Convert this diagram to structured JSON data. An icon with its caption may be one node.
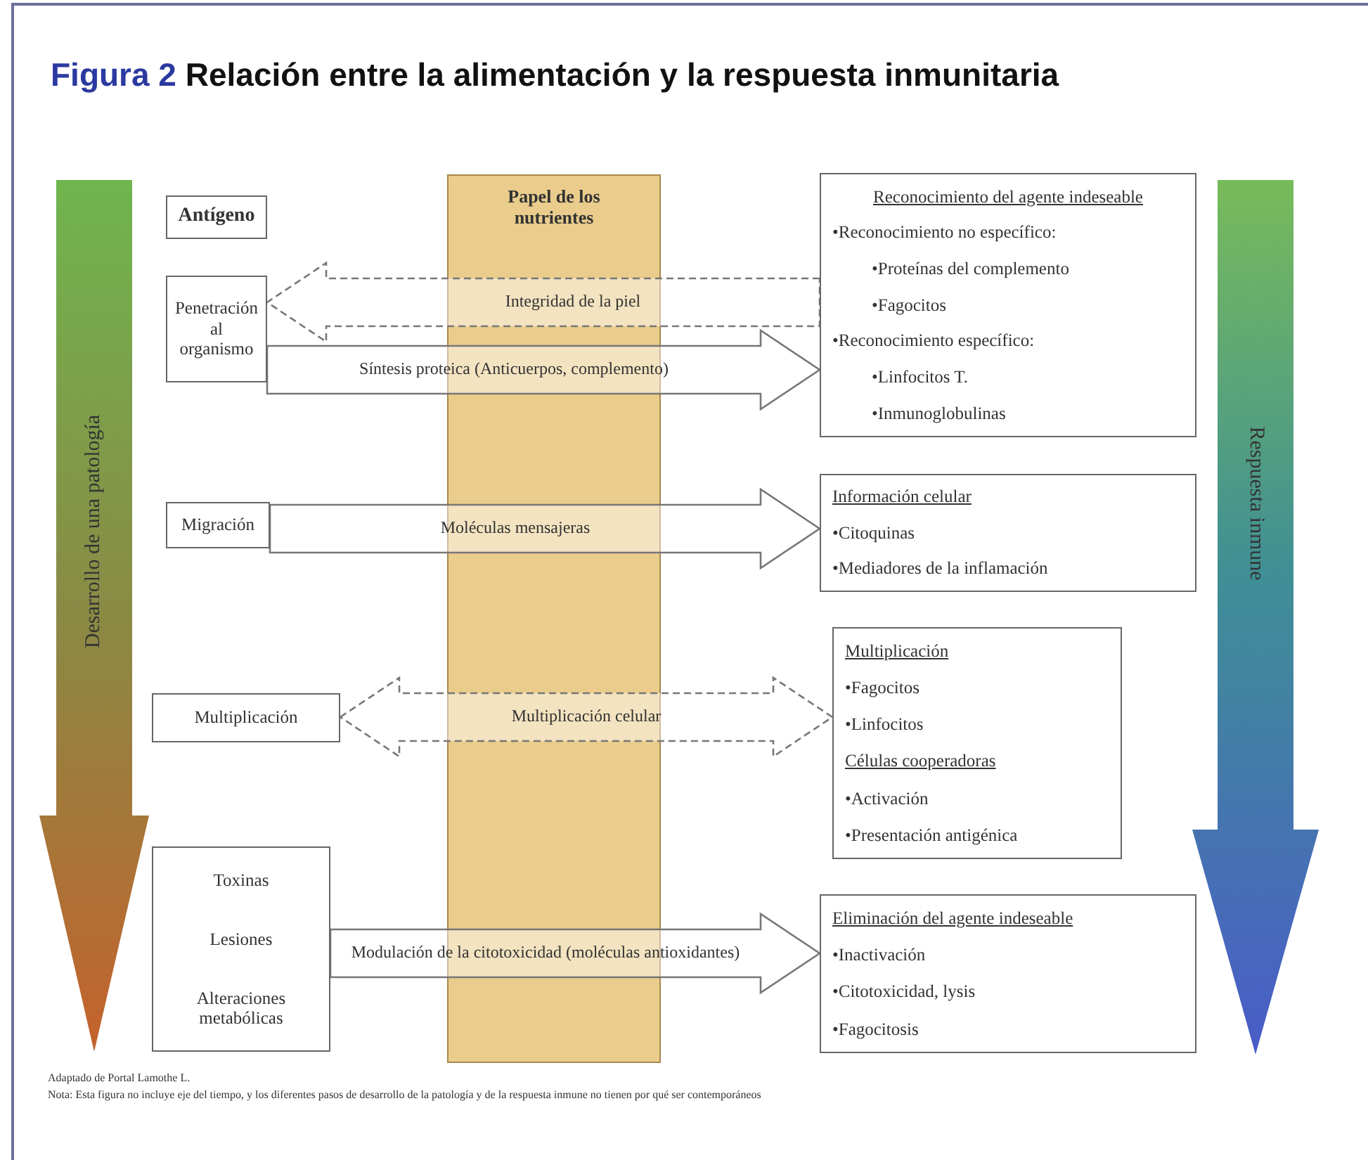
{
  "diagram": {
    "title": "Figura 2 Relación entre la alimentación y la respuesta inmunitaria",
    "nodes": [
      {
        "text": [
          "Desarrollo de una patología"
        ]
      },
      {
        "text": [
          "Antígeno"
        ]
      },
      {
        "text": [
          "Penetración al organismo"
        ]
      },
      {
        "text": [
          "Migración"
        ]
      },
      {
        "text": [
          "Multiplicación"
        ]
      },
      {
        "text": [
          "Toxinas",
          "Lesiones",
          "Alteraciones metabólicas"
        ]
      },
      {
        "text": [
          "Papel de los nutrientes"
        ]
      },
      {
        "text": [
          "Reconocimiento del agente indeseable",
          "•Reconocimiento no específico:",
          "•Proteínas del complemento",
          "•Fagocitos",
          "•Reconocimiento específico:",
          "•Linfocitos T.",
          "•Inmunoglobulinas"
        ]
      },
      {
        "text": [
          "Información celular",
          "•Citoquinas",
          "•Mediadores de la inflamación"
        ]
      },
      {
        "text": [
          "Multiplicación",
          "•Fagocitos",
          "•Linfocitos",
          "Células cooperadoras",
          "•Activación",
          "•Presentación antigénica"
        ]
      },
      {
        "text": [
          "Eliminación del agente indeseable",
          "•Inactivación",
          "•Citotoxicidad, lysis",
          "•Fagocitosis"
        ]
      },
      {
        "text": [
          "Respuesta inmune"
        ]
      }
    ],
    "edges": [
      {
        "from": 7,
        "to": 2,
        "arrow": "to",
        "label": "Integridad de la piel",
        "style": "dashed"
      },
      {
        "from": 2,
        "to": 7,
        "arrow": "to",
        "label": "Síntesis proteica (Anticuerpos, complemento)"
      },
      {
        "from": 3,
        "to": 8,
        "arrow": "to",
        "label": "Moléculas mensajeras"
      },
      {
        "from": 4,
        "to": 9,
        "arrow": "both",
        "label": "Multiplicación celular",
        "style": "dashed"
      },
      {
        "from": 5,
        "to": 10,
        "arrow": "to",
        "label": "Modulación de la citotoxicidad (moléculas antioxidantes)"
      }
    ],
    "labels": [
      "Adaptado de Portal Lamothe L.",
      "Nota: Esta figura no incluye eje del tiempo, y los diferentes pasos de desarrollo de la patología y de la respuesta inmune no tienen por qué ser contemporáneos"
    ]
  }
}
